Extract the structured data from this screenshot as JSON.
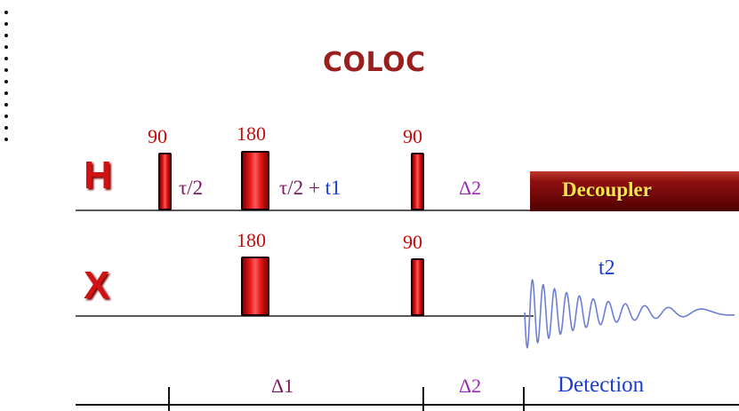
{
  "title": "COLOC",
  "channels": {
    "H": {
      "label": "H",
      "pulses": [
        {
          "angle": "90"
        },
        {
          "angle": "180"
        },
        {
          "angle": "90"
        }
      ],
      "delays": {
        "first": "τ/2",
        "second_tau": "τ/2 +",
        "second_t1": "t1",
        "third": "Δ2"
      }
    },
    "X": {
      "label": "X",
      "pulses": [
        {
          "angle": "180"
        },
        {
          "angle": "90"
        }
      ]
    }
  },
  "decoupler": {
    "label": "Decoupler"
  },
  "acquisition": {
    "label": "t2"
  },
  "timeline": {
    "segments": [
      "Δ1",
      "Δ2",
      "Detection"
    ]
  },
  "colors": {
    "pulse_red": "#e41b1b",
    "nucleus_red": "#d11212",
    "title_red": "#9a1f1f",
    "delay_purple": "#7a1a5c",
    "delta2_violet": "#9b27b8",
    "blue": "#1a3cd0",
    "decoupler_bg": "#7a0808",
    "decoupler_text": "#ffe34a",
    "fid": "#6c7fd6"
  }
}
